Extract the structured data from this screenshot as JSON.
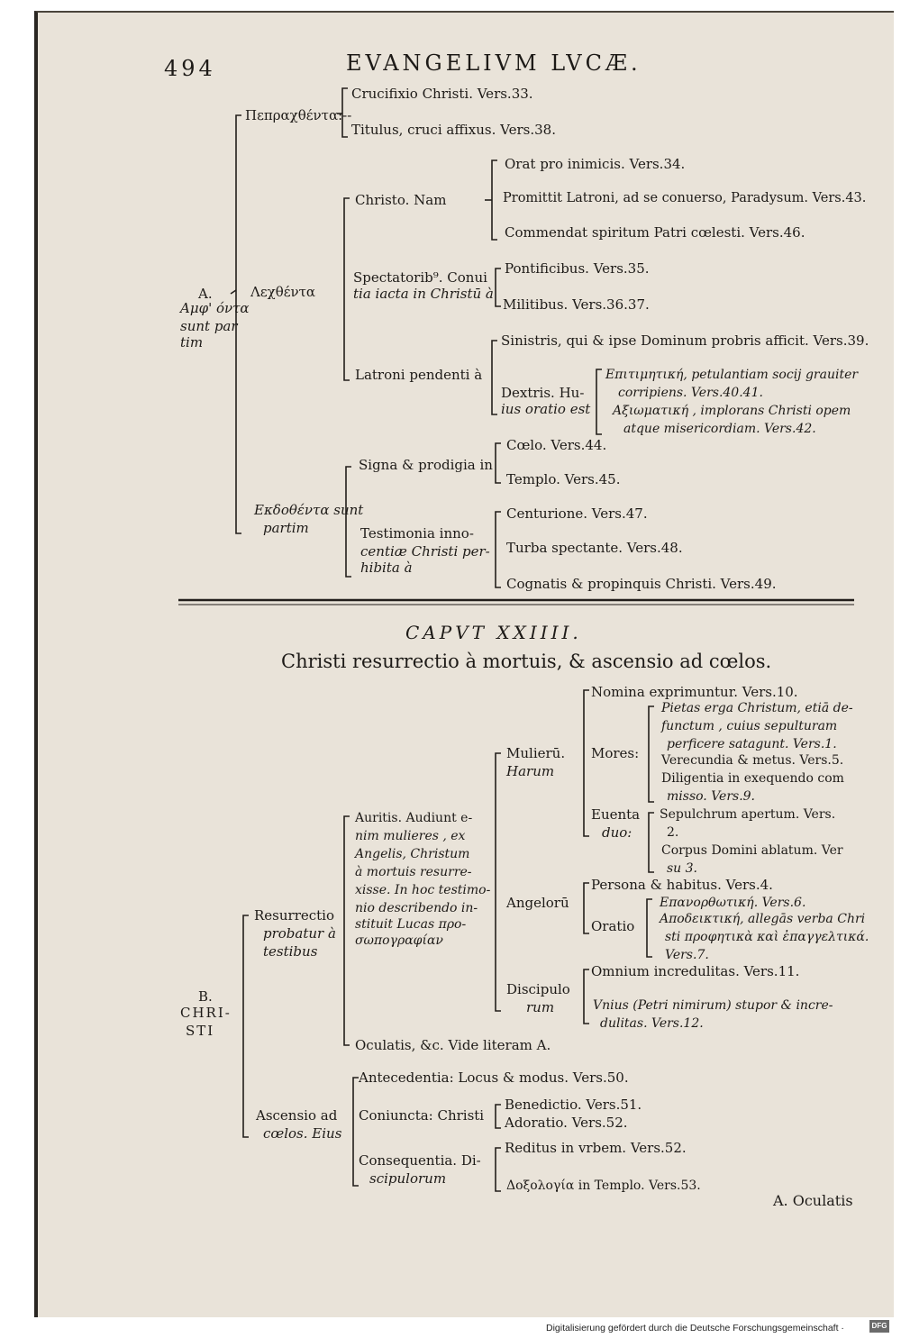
{
  "header": {
    "page_number": "494",
    "running_title": "EVANGELIVM LVCÆ."
  },
  "section_a": {
    "root": [
      "A.",
      "Αμφ' όντα",
      "sunt par",
      "tim"
    ],
    "peragentia": {
      "label": "Πεπραχθέντα:--",
      "items": [
        "Crucifixio Christi. Vers.33.",
        "Titulus, cruci affixus. Vers.38."
      ]
    },
    "dicta": {
      "label": "Λεχθέντα",
      "christo": {
        "label": "Christo. Nam",
        "items": [
          "Orat pro inimicis. Vers.34.",
          "Promittit Latroni, ad se conuerso, Paradysum. Vers.43.",
          "Commendat spiritum Patri cœlesti. Vers.46."
        ]
      },
      "spectatores": {
        "label": [
          "Spectatorib⁹. Conui",
          "tia iacta in Christū à"
        ],
        "items": [
          "Pontificibus. Vers.35.",
          "Militibus. Vers.36.37."
        ]
      },
      "latroni": {
        "label": "Latroni pendenti à",
        "sinistris": "Sinistris, qui & ipse Dominum probris afficit. Vers.39.",
        "dextris_label": [
          "Dextris. Hu-",
          "ius oratio est"
        ],
        "dextris_items": [
          [
            "Επιτιμητική, petulantiam socij grauiter",
            "corripiens. Vers.40.41."
          ],
          [
            "Αξιωματική , implorans Christi opem",
            "atque misericordiam. Vers.42."
          ]
        ]
      }
    },
    "exhibita": {
      "label": [
        "Εκδοθέντα sunt",
        "partim"
      ],
      "signa": {
        "label": "Signa & prodigia in",
        "items": [
          "Cœlo. Vers.44.",
          "Templo. Vers.45."
        ]
      },
      "testimonia": {
        "label": [
          "Testimonia inno-",
          "centiæ Christi per-",
          "hibita à"
        ],
        "items": [
          "Centurione. Vers.47.",
          "Turba spectante. Vers.48.",
          "Cognatis & propinquis Christi. Vers.49."
        ]
      }
    }
  },
  "chapter": {
    "caput": "CAPVT XXIIII.",
    "title": "Christi resurrectio à mortuis, & ascensio ad cœlos."
  },
  "section_b": {
    "root": [
      "B.",
      "CHRI-",
      "STI"
    ],
    "resurrectio": {
      "label": [
        "Resurrectio",
        "probatur à",
        "testibus"
      ],
      "auritis": {
        "label": [
          "Auritis. Audiunt e-",
          "nim mulieres , ex",
          "Angelis, Christum",
          "à mortuis resurre-",
          "xisse. In hoc testimo-",
          "nio describendo in-",
          "stituit Lucas προ-",
          "σωπογραφίαν"
        ],
        "mulierum": {
          "label": [
            "Mulierū.",
            "Harum"
          ],
          "nomina": "Nomina exprimuntur. Vers.10.",
          "mores_label": "Mores:",
          "mores_items": [
            [
              "Pietas erga Christum, etiā de-",
              "functum , cuius sepulturam",
              "perficere satagunt. Vers.1."
            ],
            [
              "Verecundia & metus. Vers.5."
            ],
            [
              "Diligentia in exequendo com",
              "misso. Vers.9."
            ]
          ],
          "euenta_label": [
            "Euenta",
            "duo:"
          ],
          "euenta_items": [
            [
              "Sepulchrum apertum. Vers.",
              "2."
            ],
            [
              "Corpus Domini ablatum. Ver",
              "su 3."
            ]
          ]
        },
        "angelorum": {
          "label": "Angelorū",
          "persona": "Persona & habitus. Vers.4.",
          "oratio_label": "Oratio",
          "oratio_items": [
            [
              "Επανορθωτική. Vers.6."
            ],
            [
              "Αποδεικτική, allegās verba Chri",
              "sti προφητικὰ καὶ ἐπαγγελτικά.",
              "Vers.7."
            ]
          ]
        },
        "discipulorum": {
          "label": [
            "Discipulo",
            "rum"
          ],
          "items": [
            [
              "Omnium incredulitas. Vers.11."
            ],
            [
              "Vnius (Petri nimirum) stupor & incre-",
              "dulitas. Vers.12."
            ]
          ]
        }
      },
      "oculatis": "Oculatis, &c. Vide literam A."
    },
    "ascensio": {
      "label": [
        "Ascensio ad",
        "cœlos. Eius"
      ],
      "antecedentia": "Antecedentia: Locus & modus. Vers.50.",
      "coniuncta_label": "Coniuncta: Christi",
      "coniuncta_items": [
        "Benedictio. Vers.51.",
        "Adoratio. Vers.52."
      ],
      "consequentia_label": [
        "Consequentia. Di-",
        "scipulorum"
      ],
      "consequentia_items": [
        "Reditus in vrbem. Vers.52.",
        "Δοξολογία in Templo. Vers.53."
      ]
    },
    "catchword": "A. Oculatis"
  },
  "footer": {
    "text": "Digitalisierung gefördert durch die Deutsche Forschungsgemeinschaft ·",
    "logo": "DFG"
  }
}
